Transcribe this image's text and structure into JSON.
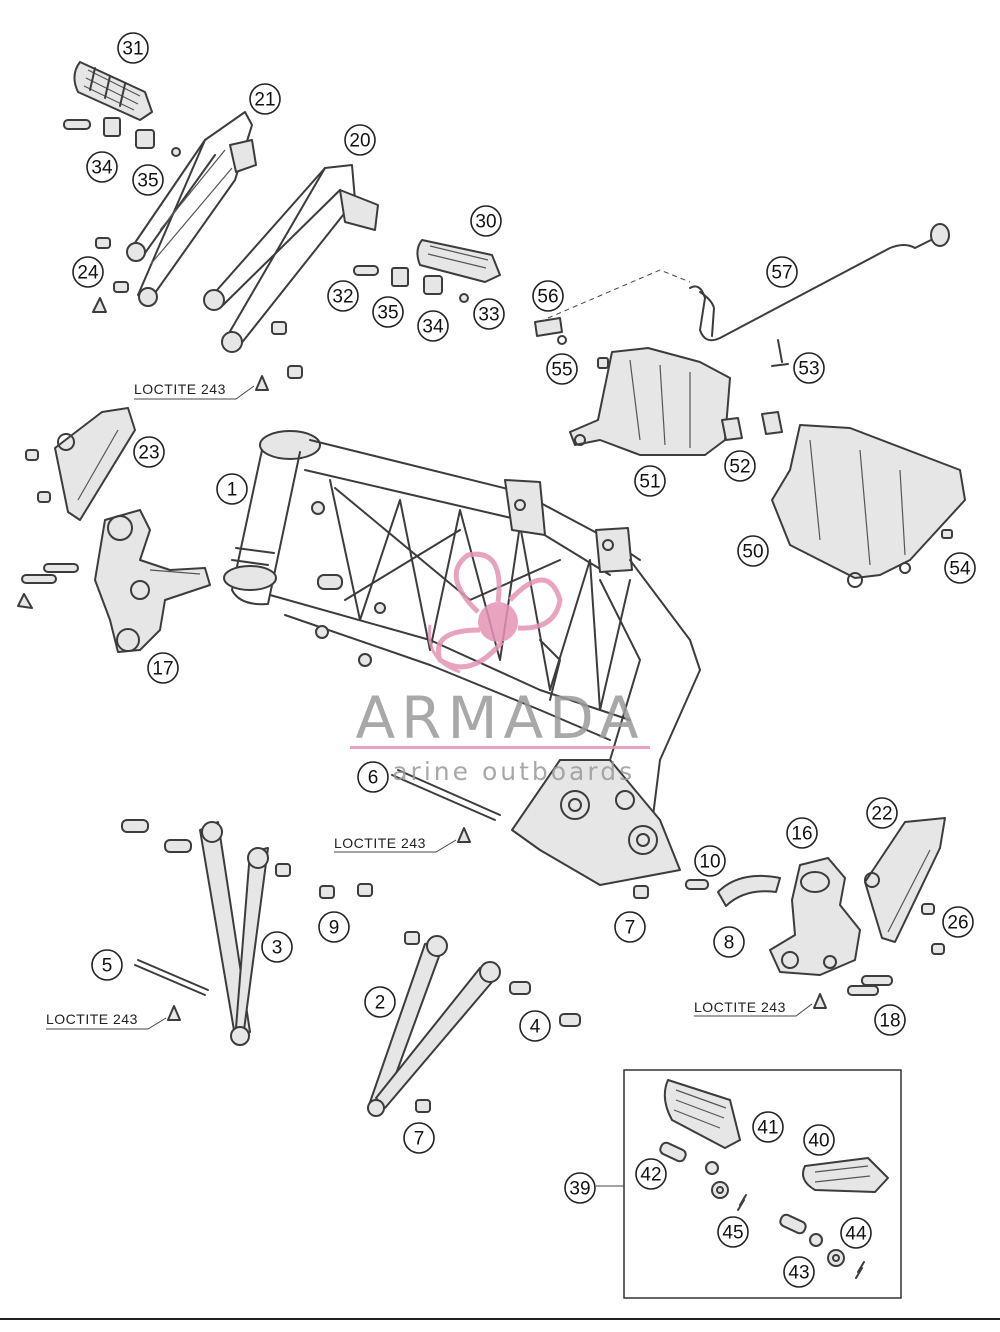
{
  "callouts": [
    {
      "label": "31"
    },
    {
      "label": "21"
    },
    {
      "label": "20"
    },
    {
      "label": "34"
    },
    {
      "label": "35"
    },
    {
      "label": "30"
    },
    {
      "label": "24"
    },
    {
      "label": "32"
    },
    {
      "label": "35"
    },
    {
      "label": "34"
    },
    {
      "label": "33"
    },
    {
      "label": "56"
    },
    {
      "label": "57"
    },
    {
      "label": "55"
    },
    {
      "label": "53"
    },
    {
      "label": "23"
    },
    {
      "label": "1"
    },
    {
      "label": "51"
    },
    {
      "label": "52"
    },
    {
      "label": "50"
    },
    {
      "label": "54"
    },
    {
      "label": "17"
    },
    {
      "label": "6"
    },
    {
      "label": "22"
    },
    {
      "label": "16"
    },
    {
      "label": "10"
    },
    {
      "label": "9"
    },
    {
      "label": "3"
    },
    {
      "label": "7"
    },
    {
      "label": "26"
    },
    {
      "label": "8"
    },
    {
      "label": "5"
    },
    {
      "label": "2"
    },
    {
      "label": "4"
    },
    {
      "label": "18"
    },
    {
      "label": "7"
    },
    {
      "label": "41"
    },
    {
      "label": "40"
    },
    {
      "label": "39"
    },
    {
      "label": "42"
    },
    {
      "label": "45"
    },
    {
      "label": "44"
    },
    {
      "label": "43"
    }
  ],
  "loctite_label": "LOCTITE 243",
  "watermark": {
    "brand": "ARMADA",
    "tagline": "marine outboards",
    "color": "#e493b5"
  },
  "colors": {
    "line": "#3c3c3c",
    "accent": "#e493b5"
  }
}
